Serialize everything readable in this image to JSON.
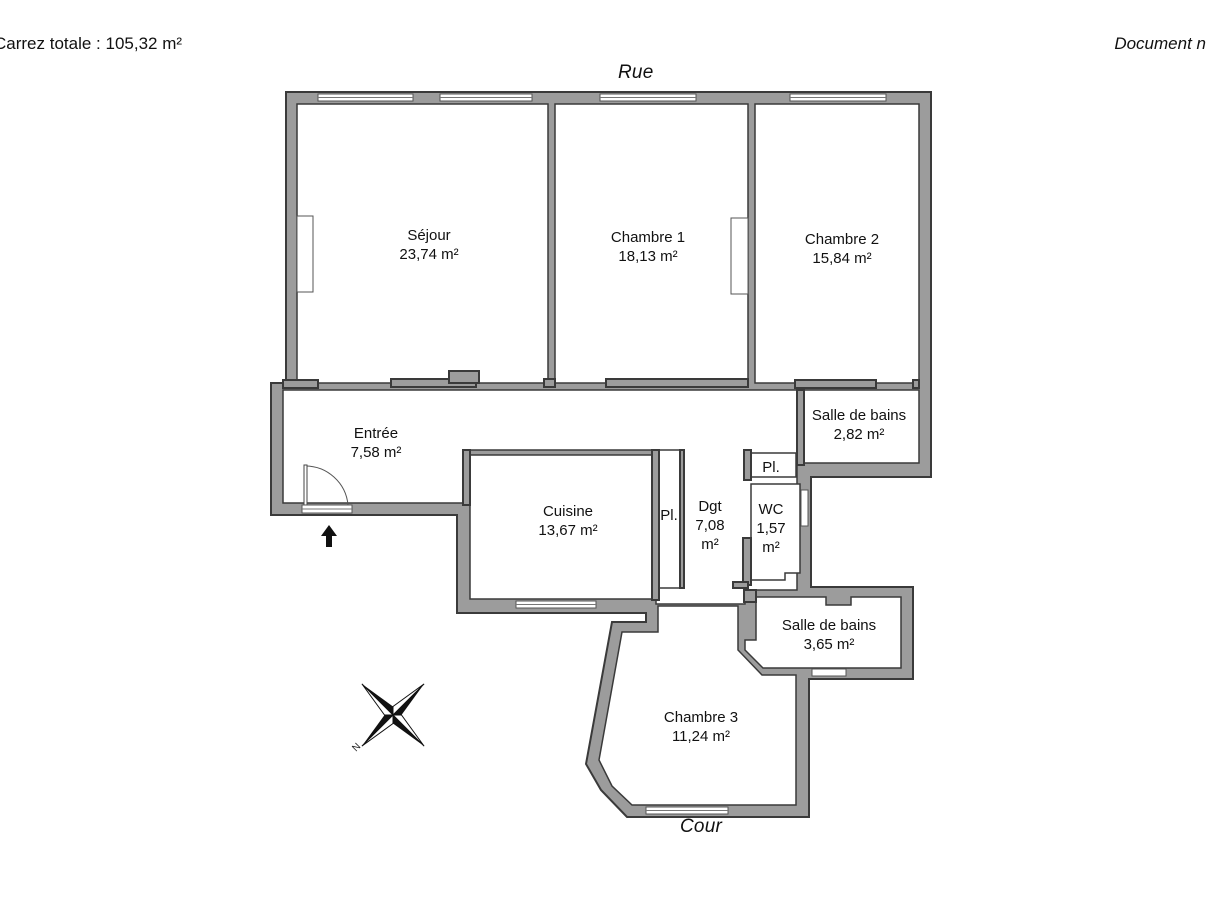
{
  "header": {
    "total_area": "Carrez totale :  105,32 m²",
    "document_note": "Document n"
  },
  "orientation": {
    "street_top": "Rue",
    "street_bottom": "Cour",
    "compass_letter": "N"
  },
  "rooms": {
    "sejour": {
      "name": "Séjour",
      "area": "23,74 m²"
    },
    "chambre1": {
      "name": "Chambre 1",
      "area": "18,13 m²"
    },
    "chambre2": {
      "name": "Chambre 2",
      "area": "15,84 m²"
    },
    "sdb1": {
      "name": "Salle de bains",
      "area": "2,82 m²"
    },
    "entree": {
      "name": "Entrée",
      "area": "7,58 m²"
    },
    "cuisine": {
      "name": "Cuisine",
      "area": "13,67 m²"
    },
    "placard1": {
      "name": "Pl."
    },
    "placard2": {
      "name": "Pl."
    },
    "dgt": {
      "name": "Dgt",
      "area_line1": "7,08",
      "area_line2": "m²"
    },
    "wc": {
      "name": "WC",
      "area_line1": "1,57",
      "area_line2": "m²"
    },
    "sdb2": {
      "name": "Salle de bains",
      "area": "3,65 m²"
    },
    "chambre3": {
      "name": "Chambre 3",
      "area": "11,24 m²"
    }
  },
  "icons": {
    "compass": "compass-rose-icon",
    "entrance": "entrance-arrow-icon"
  },
  "colors": {
    "wall": "#9c9c9c",
    "outline": "#3a3a3a"
  }
}
